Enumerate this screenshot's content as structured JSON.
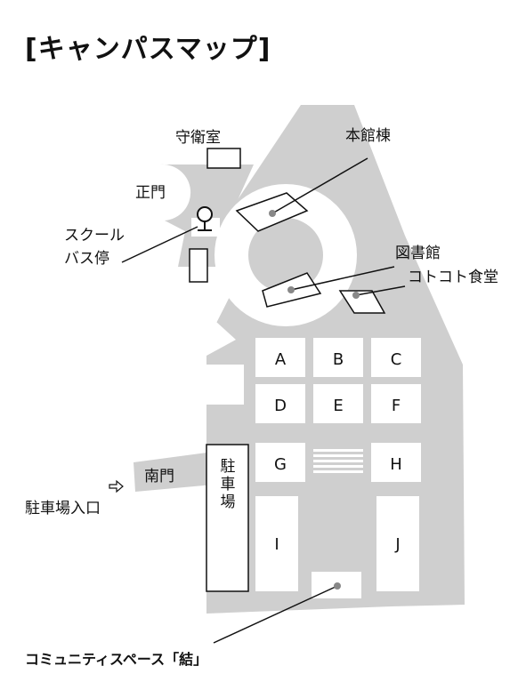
{
  "title": "[キャンパスマップ]",
  "colors": {
    "campus": "#cfcfcf",
    "building": "#ffffff",
    "outline": "#111111",
    "marker": "#888888"
  },
  "icons": {
    "bus_stop": "bus-stop-icon",
    "entrance_arrow": "right-arrow-outline-icon"
  },
  "labels": {
    "guard_room": "守衛室",
    "main_gate": "正門",
    "school_bus_line1": "スクール",
    "school_bus_line2": "バス停",
    "main_building": "本館棟",
    "library": "図書館",
    "cafeteria": "コトコト食堂",
    "south_gate": "南門",
    "parking_entrance": "駐車場入口",
    "parking": [
      "駐",
      "車",
      "場"
    ],
    "community_space": "コミュニティスペース「結」"
  },
  "buildings": [
    "A",
    "B",
    "C",
    "D",
    "E",
    "F",
    "G",
    "H",
    "I",
    "J"
  ]
}
